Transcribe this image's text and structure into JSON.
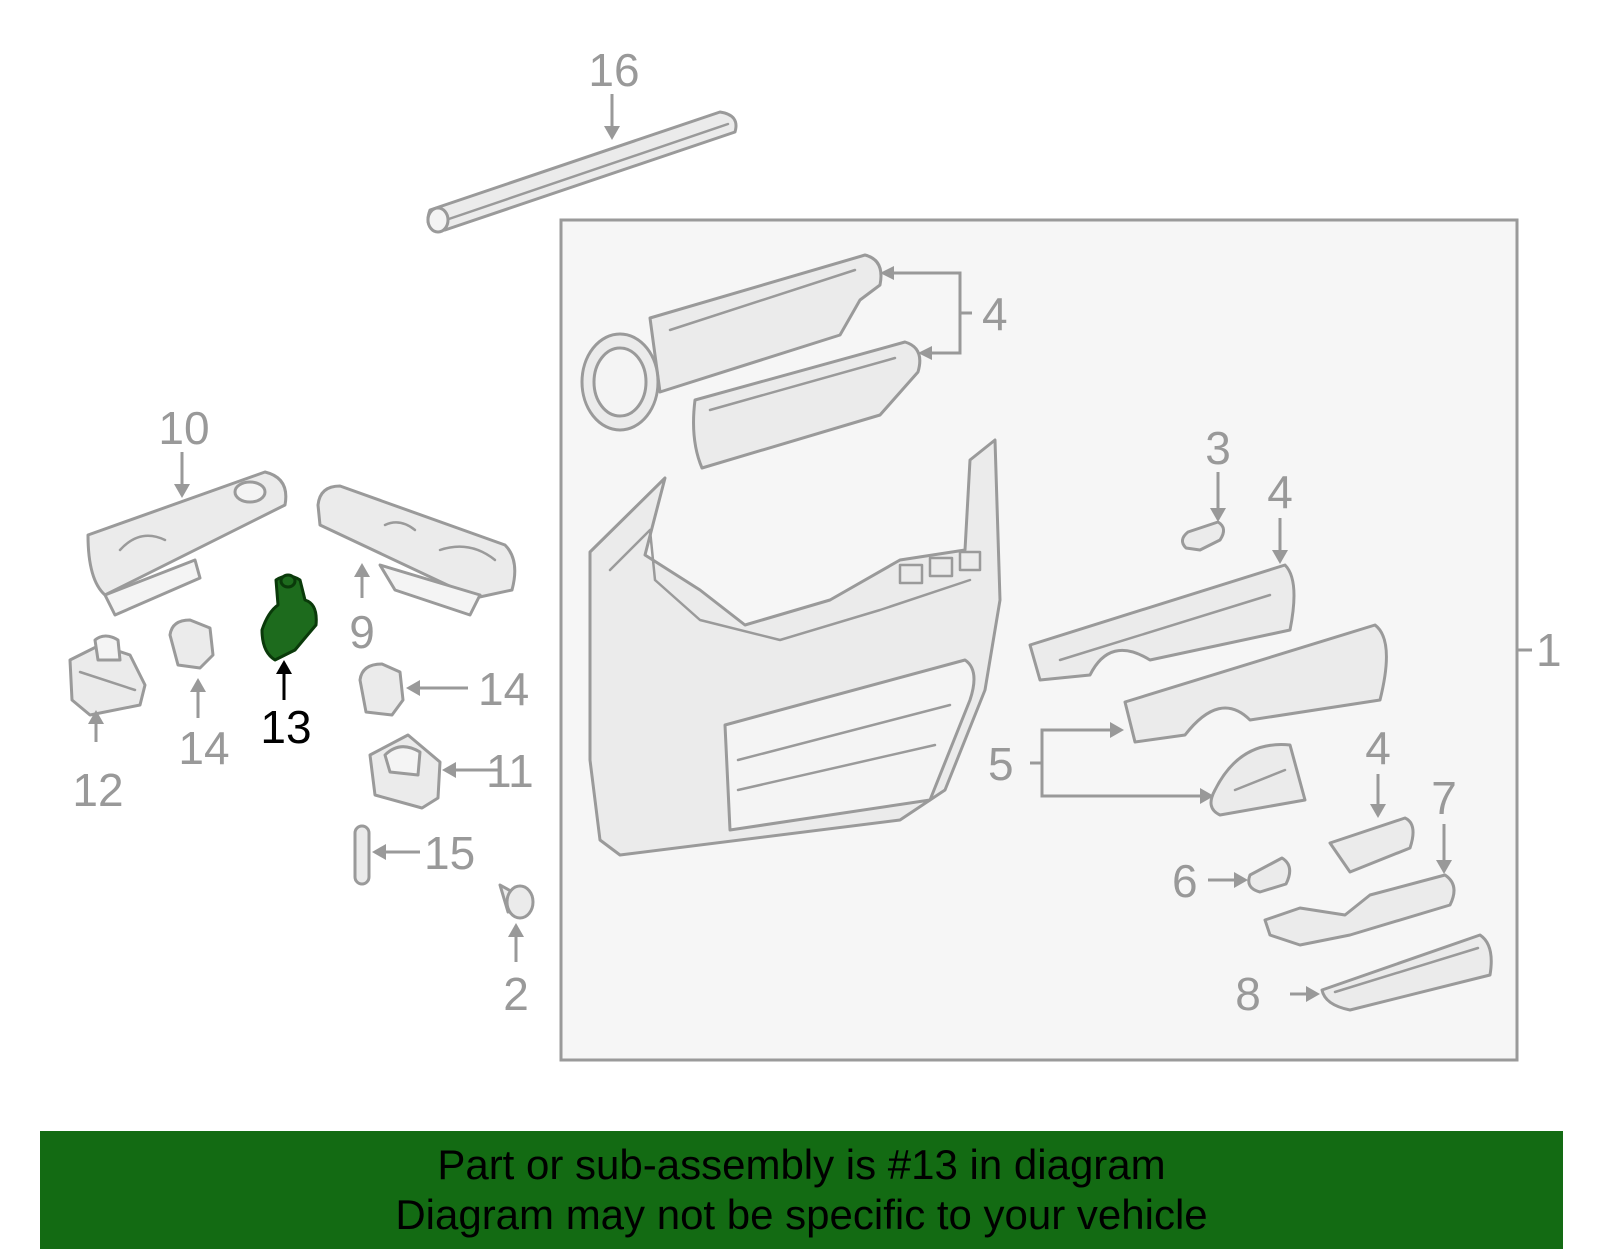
{
  "callouts": {
    "c1": "1",
    "c2": "2",
    "c3": "3",
    "c4a": "4",
    "c4b": "4",
    "c4c": "4",
    "c5": "5",
    "c6": "6",
    "c7": "7",
    "c8": "8",
    "c9": "9",
    "c10": "10",
    "c11": "11",
    "c12": "12",
    "c13": "13",
    "c14a": "14",
    "c14b": "14",
    "c15": "15",
    "c16": "16"
  },
  "highlight": {
    "part_number": "13",
    "color": "#1d6b1d"
  },
  "banner": {
    "line1": "Part or sub-assembly is #13 in diagram",
    "line2": "Diagram may not be specific to your vehicle",
    "background": "#136b13"
  }
}
